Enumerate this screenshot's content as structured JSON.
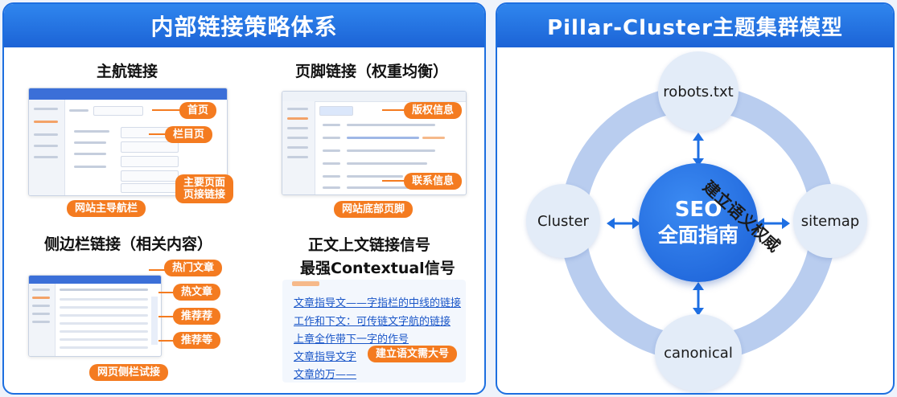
{
  "left_panel": {
    "title": "内部链接策略体系",
    "main_nav": {
      "title": "主航链接",
      "tag_home": "首页",
      "tag_column": "栏目页",
      "tag_main_a": "主要页面",
      "tag_main_b": "页接链接",
      "caption": "网站主导航栏"
    },
    "footer": {
      "title": "页脚链接（权重均衡）",
      "tag_copyright": "版权信息",
      "tag_contact": "联系信息",
      "caption": "网站底部页脚"
    },
    "sidebar": {
      "title": "侧边栏链接（相关内容）",
      "tag_hot1": "热门文章",
      "tag_hot2": "热文章",
      "tag_rec": "推荐荐",
      "tag_rec2": "推荐等",
      "caption": "网页侧栏试接"
    },
    "contextual": {
      "title_line1": "正文上文链接信号",
      "title_line2": "最强Contextual信号",
      "lines": [
        "文章指导文——字指栏的中线的链接",
        "工作和下文：可传链文字航的链接",
        "上章全作带下一字的作号",
        "文章指导文字",
        "文章的万——"
      ],
      "tag": "建立语文需大号"
    }
  },
  "right_panel": {
    "title": "Pillar-Cluster主题集群模型",
    "center_line1": "SEO",
    "center_line2": "全面指南",
    "nodes": {
      "top": "robots.txt",
      "left": "Cluster",
      "right": "sitemap",
      "bottom": "canonical"
    },
    "ring_label": "建立语义权威"
  },
  "colors": {
    "primary": "#1d6fe0",
    "accent": "#f47b20",
    "ring": "#b9cdef",
    "center": "#1e6fe3"
  }
}
